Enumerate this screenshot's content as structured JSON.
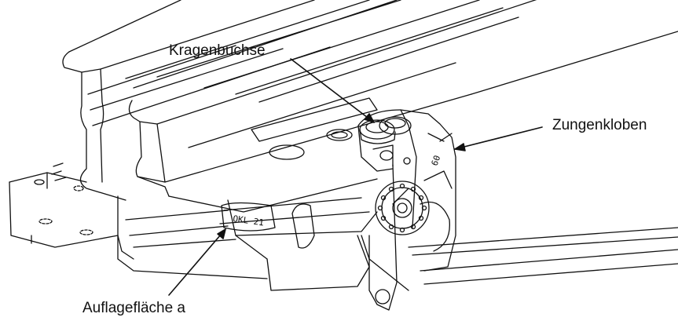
{
  "labels": {
    "kragenbuchse": "Kragenbuchse",
    "zungenkloben": "Zungenkloben",
    "auflageflaeche": "Auflagefläche a"
  },
  "stamps": {
    "casting_mark": "OKL 21",
    "side_mark": "60"
  },
  "colors": {
    "line": "#111111",
    "background": "#ffffff"
  }
}
